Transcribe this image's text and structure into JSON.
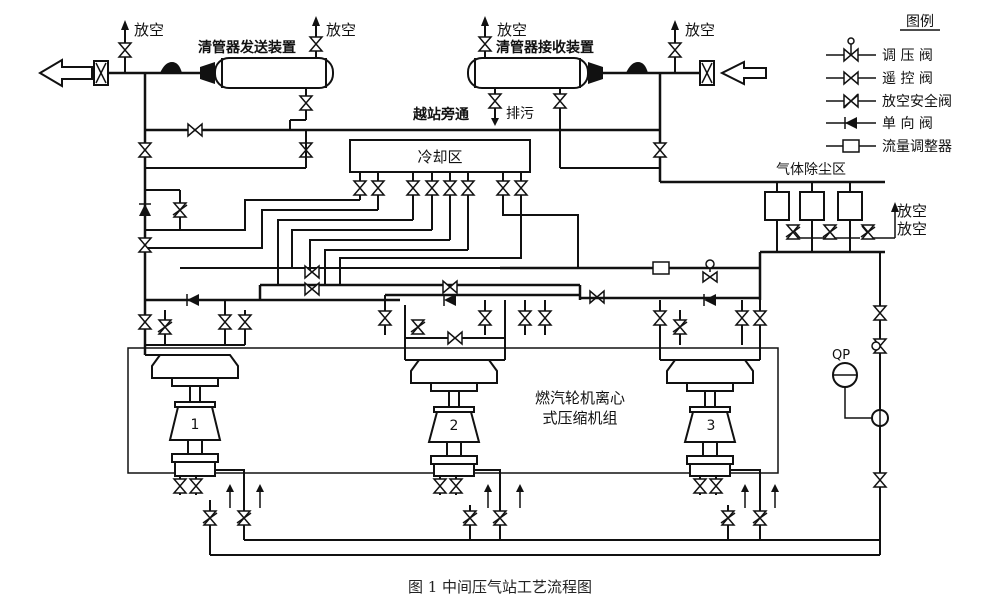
{
  "labels": {
    "vent": "放空",
    "launcher": "清管器发送装置",
    "receiver": "清管器接收装置",
    "drain": "排污",
    "bypass": "越站旁通",
    "cooling": "冷却区",
    "dust": "气体除尘区",
    "unit_group_line1": "燃汽轮机离心",
    "unit_group_line2": "式压缩机组",
    "qp": "QP",
    "units": [
      "1",
      "2",
      "3"
    ]
  },
  "legend": {
    "title": "图例",
    "items": [
      {
        "symbol": "regulating-valve",
        "label": "调 压 阀"
      },
      {
        "symbol": "remote-valve",
        "label": "遥 控 阀"
      },
      {
        "symbol": "safety-vent-valve",
        "label": "放空安全阀"
      },
      {
        "symbol": "check-valve",
        "label": "单 向 阀"
      },
      {
        "symbol": "flow-regulator",
        "label": "流量调整器"
      }
    ]
  },
  "caption": "图 1   中间压气站工艺流程图"
}
